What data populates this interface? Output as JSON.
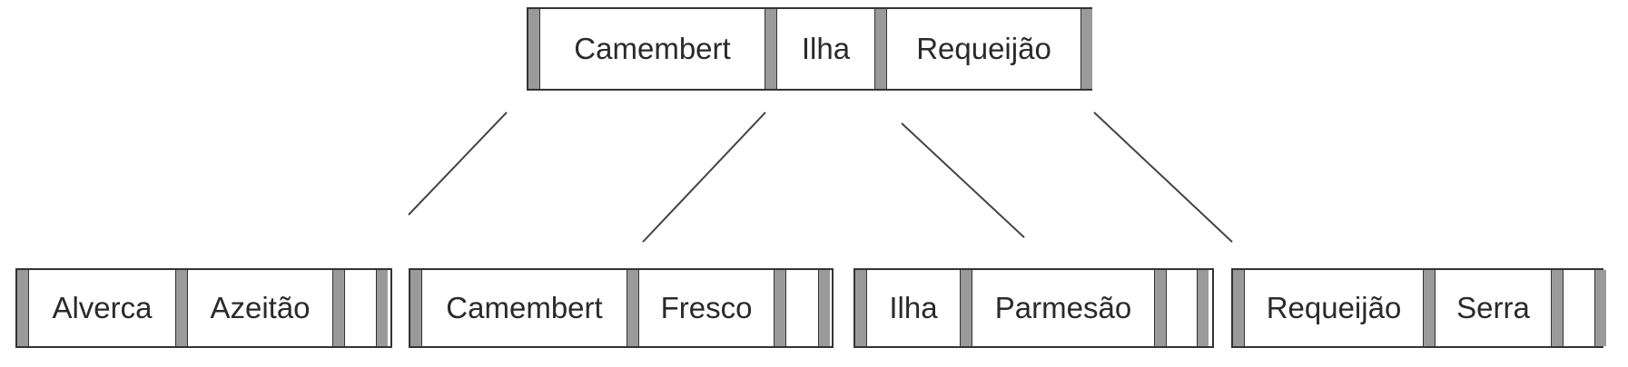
{
  "root": {
    "keys": [
      "Camembert",
      "Ilha",
      "Requeijão"
    ]
  },
  "leaves": [
    {
      "keys": [
        "Alverca",
        "Azeitão",
        ""
      ]
    },
    {
      "keys": [
        "Camembert",
        "Fresco",
        ""
      ]
    },
    {
      "keys": [
        "Ilha",
        "Parmesão",
        ""
      ]
    },
    {
      "keys": [
        "Requeijão",
        "Serra",
        ""
      ]
    }
  ]
}
